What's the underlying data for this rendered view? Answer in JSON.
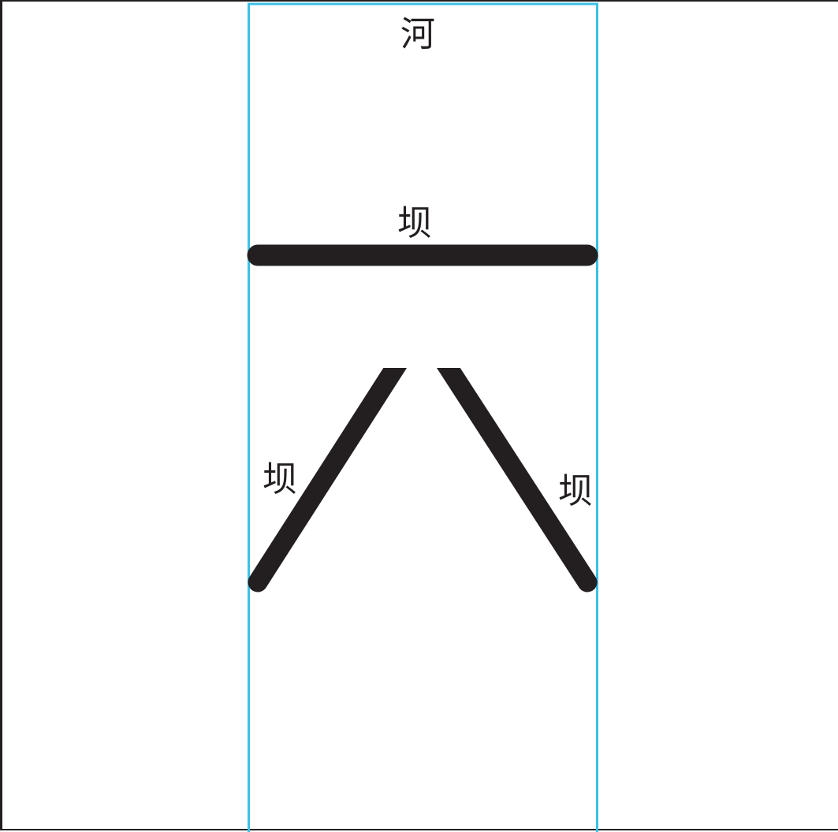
{
  "labels": {
    "river": "河",
    "top_dam": "坝",
    "left_dam": "坝",
    "right_dam": "坝"
  },
  "colors": {
    "channel_border": "#3ec0e8",
    "dam": "#231f20",
    "text": "#231f20",
    "frame": "#231f20"
  }
}
